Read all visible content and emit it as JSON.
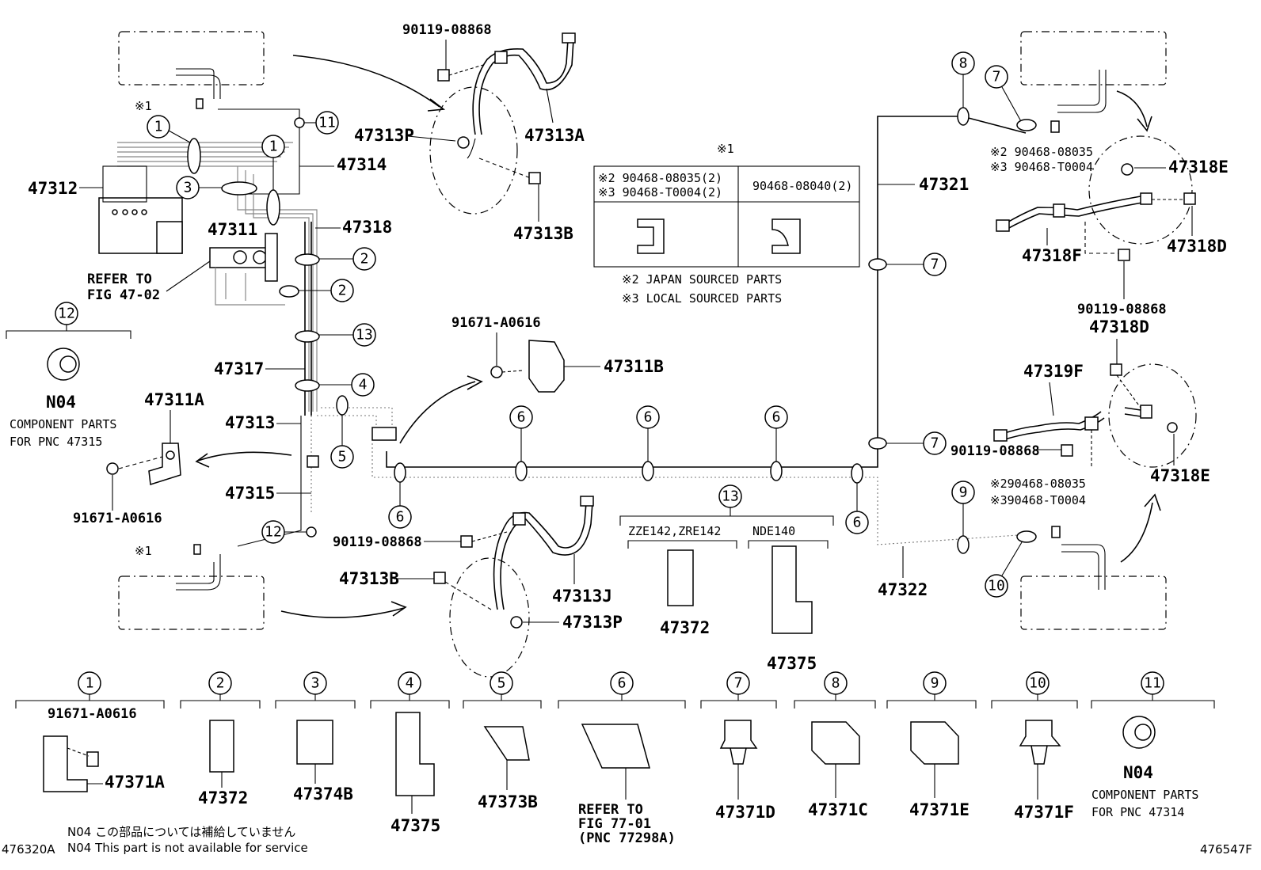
{
  "diagram": {
    "parts": {
      "p90119_top": "90119-08868",
      "p47313P_top": "47313P",
      "p47313A": "47313A",
      "p47313B_top": "47313B",
      "p47312": "47312",
      "p47314": "47314",
      "p47311": "47311",
      "p47318": "47318",
      "refer_fig_line1": "REFER TO",
      "refer_fig_line2": "FIG 47-02",
      "p47317": "47317",
      "p47313": "47313",
      "p47315": "47315",
      "p47311A": "47311A",
      "p91671_left": "91671-A0616",
      "n04_left": "N04",
      "comp_left_1": "COMPONENT PARTS",
      "comp_left_2": "FOR PNC 47315",
      "p91671_mid": "91671-A0616",
      "p47311B": "47311B",
      "p90119_mid": "90119-08868",
      "p47313B_low": "47313B",
      "p47313J": "47313J",
      "p47313P_low": "47313P",
      "p47372_mid": "47372",
      "p47375_mid": "47375",
      "zze_label": "ZZE142,ZRE142",
      "nde_label": "NDE140",
      "p47321": "47321",
      "p47322": "47322",
      "p47318E_top": "47318E",
      "p47318F": "47318F",
      "p47318D_top": "47318D",
      "p90119_right": "90119-08868",
      "p47318D_mid": "47318D",
      "p47319F": "47319F",
      "p90119_right2": "90119-08868",
      "p47318E_low": "47318E",
      "note_top_1": "※2 90468-08035",
      "note_top_2": "※3 90468-T0004",
      "note_low_1": "※290468-08035",
      "note_low_2": "※390468-T0004",
      "star1": "※1"
    },
    "clip_table": {
      "header": "※1",
      "left_line1": "※2 90468-08035(2)",
      "left_line2": "※3 90468-T0004(2)",
      "right": "90468-08040(2)",
      "note2": "※2 JAPAN SOURCED PARTS",
      "note3": "※3 LOCAL SOURCED PARTS"
    },
    "callouts": {
      "c1": "1",
      "c2": "2",
      "c3": "3",
      "c4": "4",
      "c5": "5",
      "c6": "6",
      "c7": "7",
      "c8": "8",
      "c9": "9",
      "c10": "10",
      "c11": "11",
      "c12": "12",
      "c13": "13"
    },
    "legend": {
      "i1_top": "91671-A0616",
      "i1_part": "47371A",
      "i2": "47372",
      "i3": "47374B",
      "i4": "47375",
      "i5": "47373B",
      "i6_1": "REFER TO",
      "i6_2": "FIG 77-01",
      "i6_3": "(PNC 77298A)",
      "i7": "47371D",
      "i8": "47371C",
      "i9": "47371E",
      "i10": "47371F",
      "i11": "N04",
      "i11_c1": "COMPONENT PARTS",
      "i11_c2": "FOR PNC 47314"
    },
    "footer": {
      "jp_note": "N04 この部品については補給していません",
      "en_note": "N04 This part is not available for service",
      "code_left": "476320A",
      "code_right": "476547F"
    }
  }
}
